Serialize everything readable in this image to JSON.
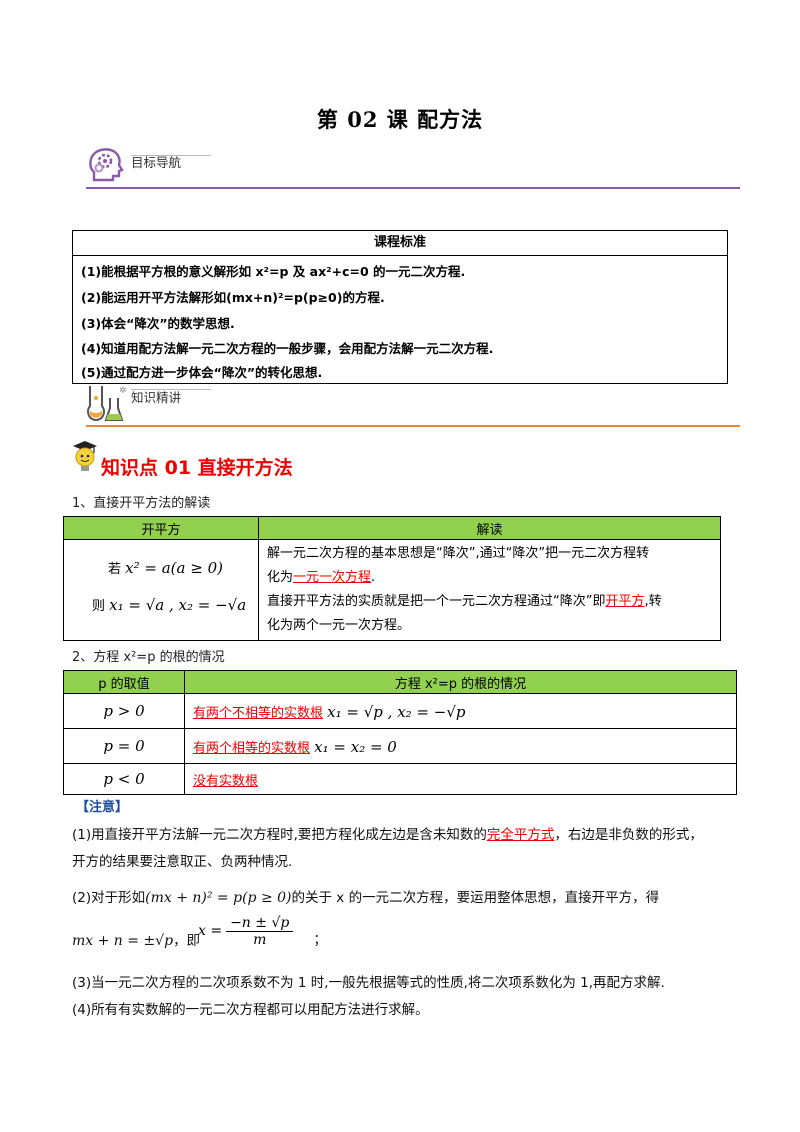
{
  "title": "第 02 课   配方法",
  "nav": {
    "goal_label": "目标导航",
    "knowledge_label": "知识精讲"
  },
  "standards": {
    "heading": "课程标准",
    "items": [
      "(1)能根据平方根的意义解形如 x²=p 及 ax²+c=0 的一元二次方程.",
      "(2)能运用开平方法解形如(mx+n)²=p(p≥0)的方程.",
      "(3)体会“降次”的数学思想.",
      "(4)知道用配方法解一元二次方程的一般步骤，会用配方法解一元二次方程.",
      "(5)通过配方进一步体会“降次”的转化思想."
    ]
  },
  "kp1": {
    "title": "知识点 01    直接开方法",
    "sub1": "1、直接开平方法的解读",
    "table1": {
      "col1": "开平方",
      "col2": "解读",
      "left_if": "若",
      "left_eq1": "x² = a(a ≥ 0)",
      "left_then": "则",
      "left_eq2": "x₁ = √a , x₂ = −√a",
      "r1a": "解一元二次方程的基本思想是“降次”,通过“降次”把一元二次方程转",
      "r1b_pre": "化为",
      "r1b_red": "一元一次方程",
      "r1b_post": ".",
      "r2a_pre": "直接开平方法的实质就是把一个一元二次方程通过“降次”即",
      "r2a_red": "开平方",
      "r2a_post": ",转",
      "r2b": "化为两个一元一次方程。"
    },
    "sub2": "2、方程 x²=p 的根的情况",
    "table2": {
      "col1": "p 的取值",
      "col2": "方程 x²=p 的根的情况",
      "rows": [
        {
          "cond": "p > 0",
          "red": "有两个不相等的实数根",
          "eq": "x₁ = √p , x₂ = −√p"
        },
        {
          "cond": "p = 0",
          "red": "有两个相等的实数根",
          "eq": "x₁ = x₂ = 0"
        },
        {
          "cond": "p < 0",
          "red": "没有实数根",
          "eq": ""
        }
      ]
    }
  },
  "note": {
    "heading": "【注意】",
    "p1a_pre": "(1)用直接开平方法解一元二次方程时,要把方程化成左边是含未知数的",
    "p1a_red": "完全平方式",
    "p1a_post": "，右边是非负数的形式，",
    "p1b": "开方的结果要注意取正、负两种情况.",
    "p2_pre": "(2)对于形如",
    "p2_eq": "(mx + n)² = p(p ≥ 0)",
    "p2_post": "的关于 x 的一元二次方程，要运用整体思想，直接开平方，得",
    "p2_eq2": "mx + n = ±√p",
    "p2_ie": "，即",
    "p2_eq3_lhs": "x =",
    "p2_eq3_num": "−n ± √p",
    "p2_eq3_den": "m",
    "p2_end": "；",
    "p3": "(3)当一元二次方程的二次项系数不为 1 时,一般先根据等式的性质,将二次项系数化为 1,再配方求解.",
    "p4": "(4)所有有实数解的一元二次方程都可以用配方法进行求解。"
  }
}
